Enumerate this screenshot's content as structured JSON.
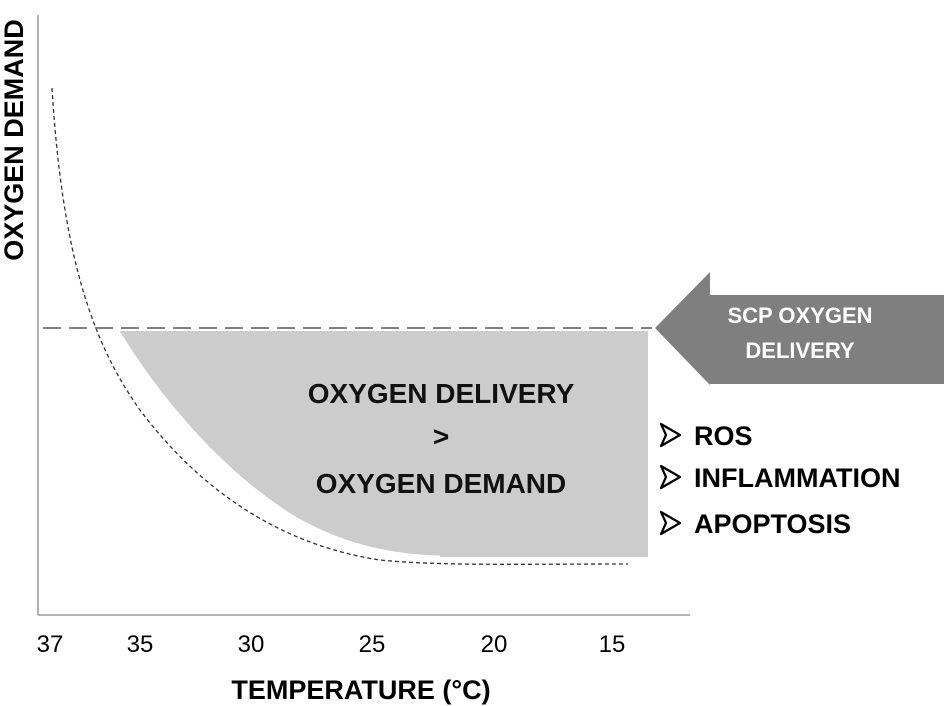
{
  "axes": {
    "x_title": "TEMPERATURE (°C)",
    "y_title": "OXYGEN DEMAND",
    "x_ticks": [
      "37",
      "35",
      "30",
      "25",
      "20",
      "15"
    ]
  },
  "region": {
    "line1": "OXYGEN DELIVERY",
    "line2": ">",
    "line3": "OXYGEN DEMAND"
  },
  "arrow": {
    "line1": "SCP OXYGEN",
    "line2": "DELIVERY"
  },
  "bullets": [
    {
      "label": "ROS"
    },
    {
      "label": "INFLAMMATION"
    },
    {
      "label": "APOPTOSIS"
    }
  ],
  "colors": {
    "shaded_region": "#cccccc",
    "arrow_fill": "#7f7f7f",
    "delivery_line": "#7f7f7f",
    "demand_curve": "#333333"
  },
  "icons": {
    "bullet": "arrow-bullet-icon",
    "arrow": "left-arrow-icon"
  }
}
